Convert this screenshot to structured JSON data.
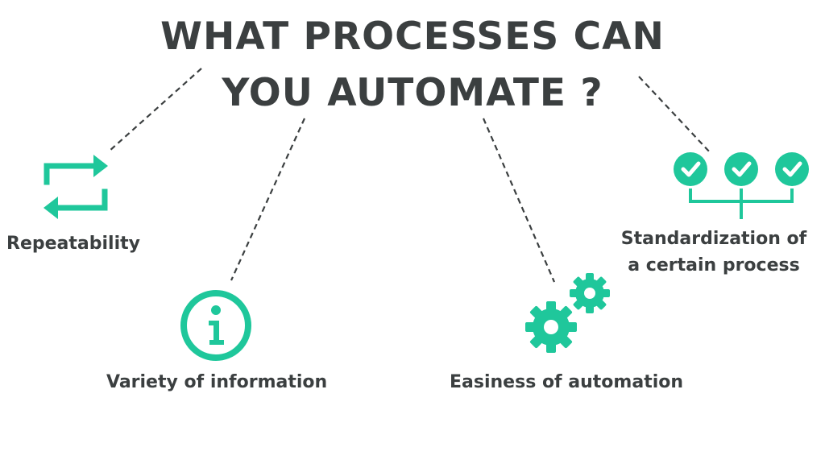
{
  "title": {
    "line1": "WHAT PROCESSES CAN",
    "line2": "YOU AUTOMATE ?"
  },
  "items": [
    {
      "label": "Repeatability",
      "icon": "repeat-arrows-icon"
    },
    {
      "label": "Variety of information",
      "icon": "info-icon"
    },
    {
      "label": "Easiness of automation",
      "icon": "gears-icon"
    },
    {
      "label_line1": "Standardization of",
      "label_line2": "a certain process",
      "icon": "checkmarks-hierarchy-icon"
    }
  ],
  "colors": {
    "accent": "#1fc79b",
    "text": "#3b3f40",
    "connector": "#3b3f40"
  }
}
